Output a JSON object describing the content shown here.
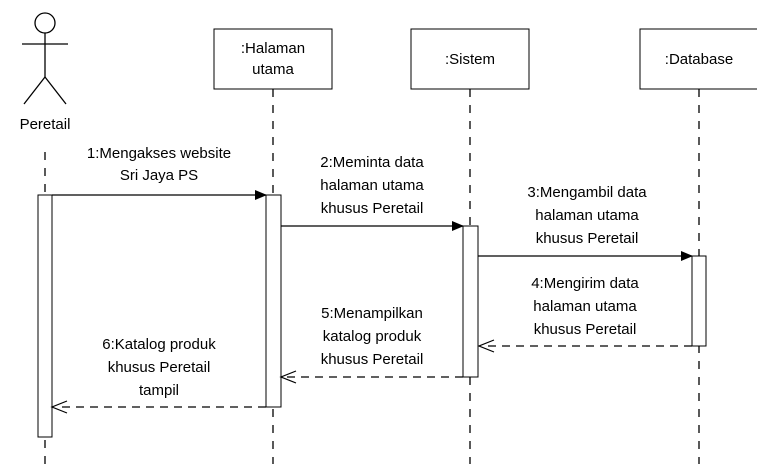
{
  "diagram": {
    "type": "sequence",
    "actor": {
      "label": "Peretail"
    },
    "participants": [
      {
        "lines": [
          ":Halaman",
          "utama"
        ]
      },
      {
        "lines": [
          ":Sistem"
        ]
      },
      {
        "lines": [
          ":Database"
        ]
      }
    ],
    "messages": [
      {
        "from": "Peretail",
        "to": ":Halaman utama",
        "kind": "call",
        "lines": [
          "1:Mengakses website",
          "Sri Jaya PS"
        ]
      },
      {
        "from": ":Halaman utama",
        "to": ":Sistem",
        "kind": "call",
        "lines": [
          "2:Meminta data",
          "halaman utama",
          "khusus Peretail"
        ]
      },
      {
        "from": ":Sistem",
        "to": ":Database",
        "kind": "call",
        "lines": [
          "3:Mengambil data",
          "halaman utama",
          "khusus Peretail"
        ]
      },
      {
        "from": ":Database",
        "to": ":Sistem",
        "kind": "return",
        "lines": [
          "4:Mengirim data",
          "halaman utama",
          "khusus Peretail"
        ]
      },
      {
        "from": ":Sistem",
        "to": ":Halaman utama",
        "kind": "return",
        "lines": [
          "5:Menampilkan",
          "katalog produk",
          "khusus Peretail"
        ]
      },
      {
        "from": ":Halaman utama",
        "to": "Peretail",
        "kind": "return",
        "lines": [
          "6:Katalog produk",
          "khusus Peretail",
          "tampil"
        ]
      }
    ]
  },
  "colors": {
    "line": "#000000",
    "box_fill": "#ffffff",
    "text": "#000000"
  }
}
